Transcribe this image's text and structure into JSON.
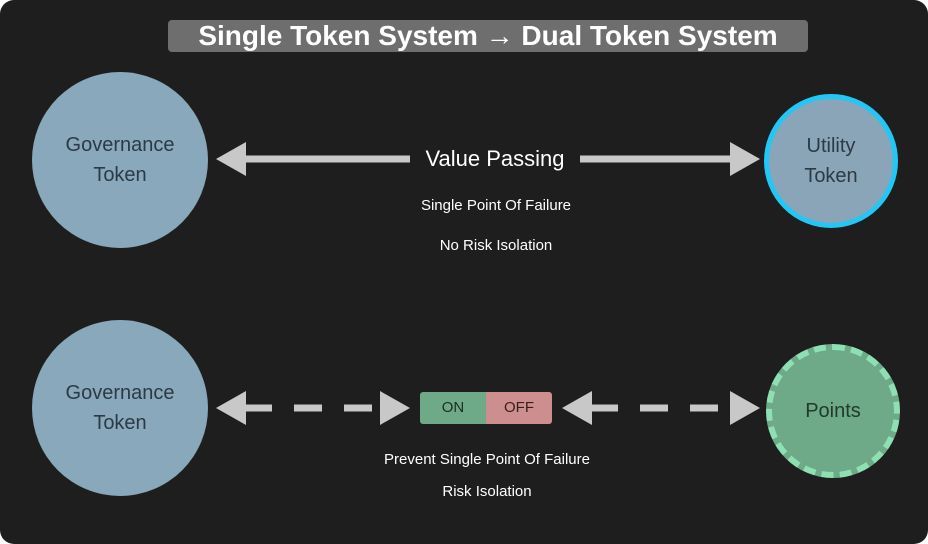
{
  "title": "Single Token System → Dual Token System",
  "top": {
    "left_node": {
      "line1": "Governance",
      "line2": "Token"
    },
    "right_node": {
      "line1": "Utility",
      "line2": "Token"
    },
    "link_label": "Value Passing",
    "notes": [
      "Single Point Of Failure",
      "No Risk Isolation"
    ]
  },
  "bottom": {
    "left_node": {
      "line1": "Governance",
      "line2": "Token"
    },
    "right_node": {
      "label": "Points"
    },
    "switch": {
      "on": "ON",
      "off": "OFF"
    },
    "notes": [
      "Prevent Single Point Of Failure",
      "Risk Isolation"
    ]
  },
  "colors": {
    "background": "#1e1e1e",
    "governance": "#89a8bc",
    "utility_ring": "#22c7f5",
    "points": "#6eaa88",
    "points_ring": "#8ee0b3",
    "on": "#6eaa88",
    "off": "#cc8e8e",
    "arrow": "#c8c8c8"
  }
}
